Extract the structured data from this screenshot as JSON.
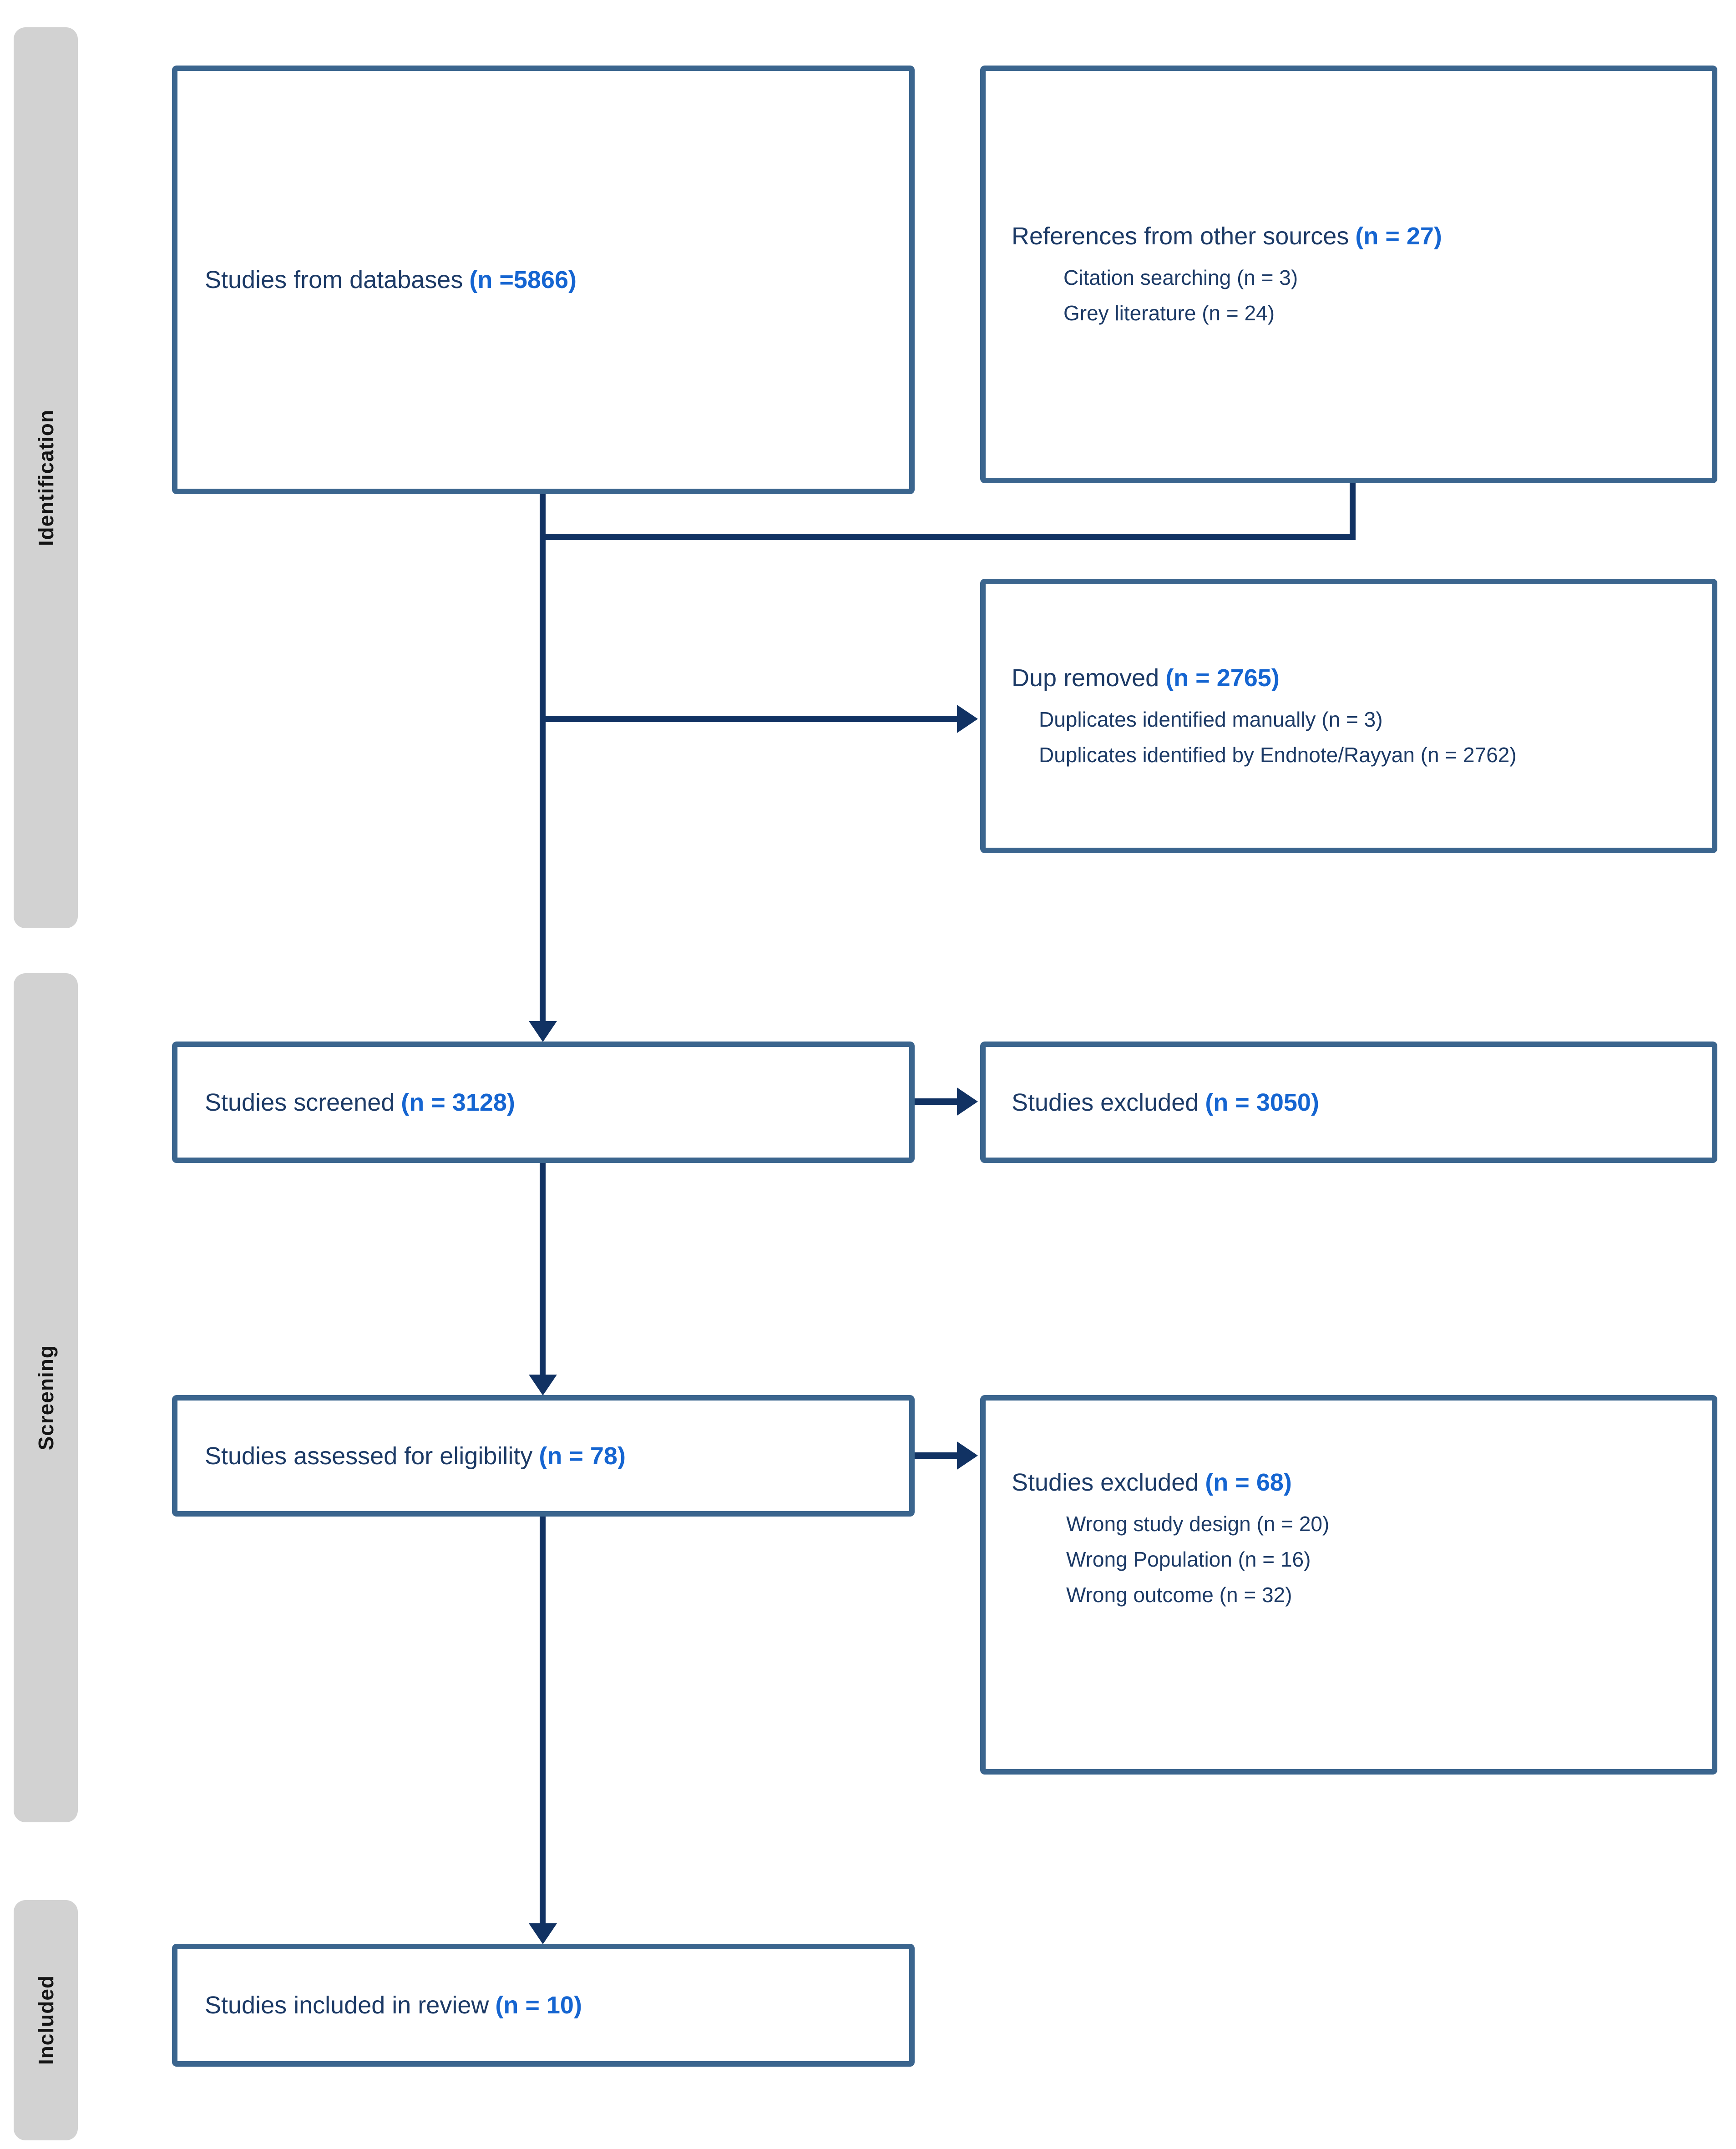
{
  "diagram_type": "prisma-flow-diagram",
  "colors": {
    "box_border": "#3B658E",
    "connector": "#113263",
    "text": "#1C3A66",
    "count_accent": "#1565D1",
    "stage_band_bg": "#D2D2D2",
    "stage_band_text": "#141414",
    "background": "#FFFFFF"
  },
  "sidebar": {
    "stages": [
      {
        "label": "Identification"
      },
      {
        "label": "Screening"
      },
      {
        "label": "Included"
      }
    ]
  },
  "boxes": {
    "databases": {
      "label": "Studies from databases",
      "count": "(n =5866)"
    },
    "other_sources": {
      "label": "References from other sources",
      "count": "(n = 27)",
      "items": [
        "Citation searching (n = 3)",
        "Grey literature (n = 24)"
      ]
    },
    "duplicates": {
      "label": "Dup removed",
      "count": "(n = 2765)",
      "items": [
        "Duplicates identified manually (n = 3)",
        "Duplicates identified by Endnote/Rayyan (n = 2762)"
      ]
    },
    "screened": {
      "label": "Studies screened",
      "count": "(n = 3128)"
    },
    "excluded_screening": {
      "label": "Studies excluded",
      "count": "(n = 3050)"
    },
    "assessed": {
      "label": "Studies assessed for eligibility",
      "count": "(n = 78)"
    },
    "excluded_eligibility": {
      "label": "Studies excluded",
      "count": "(n = 68)",
      "items": [
        "Wrong study design (n = 20)",
        "Wrong Population (n = 16)",
        "Wrong outcome (n = 32)"
      ]
    },
    "included": {
      "label": "Studies included in review",
      "count": "(n = 10)"
    }
  }
}
